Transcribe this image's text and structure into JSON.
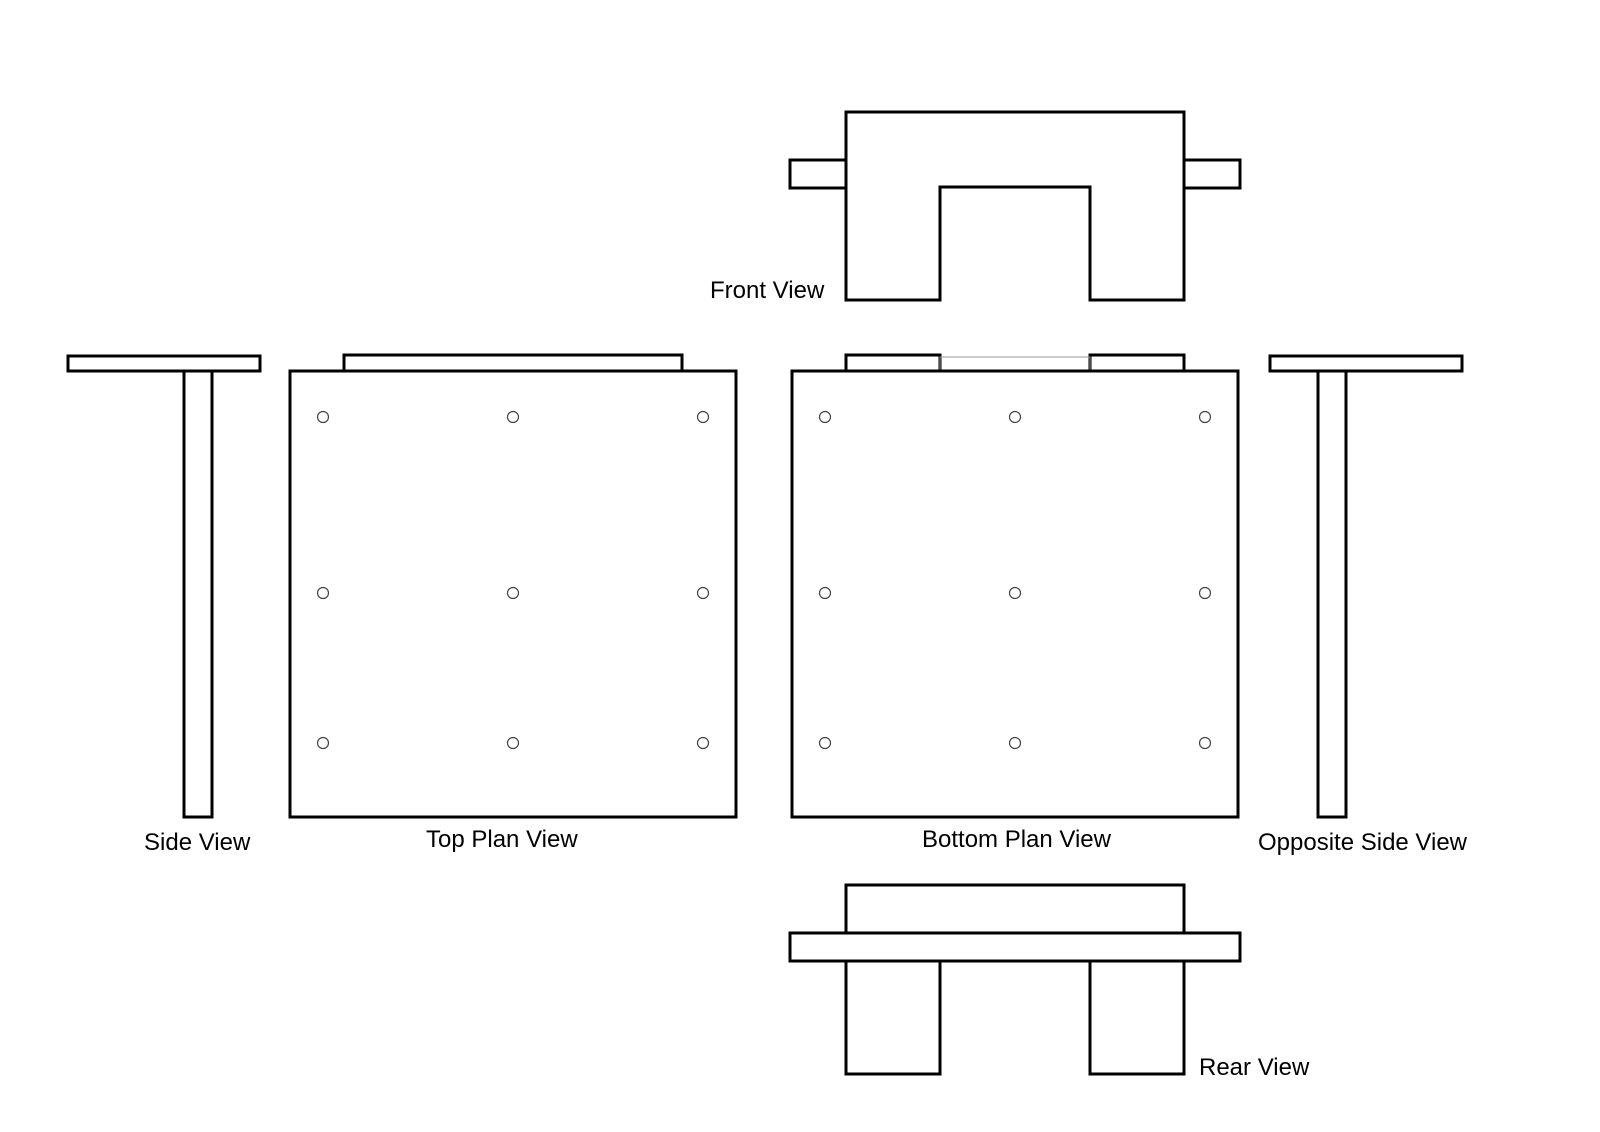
{
  "labels": {
    "front": "Front View",
    "side": "Side View",
    "top_plan": "Top Plan View",
    "bottom_plan": "Bottom Plan View",
    "opposite_side": "Opposite Side View",
    "rear": "Rear View"
  },
  "colors": {
    "line": "#000000",
    "background": "#ffffff",
    "hole": "#444444"
  },
  "plan_holes": {
    "rows": 3,
    "columns": 3
  }
}
